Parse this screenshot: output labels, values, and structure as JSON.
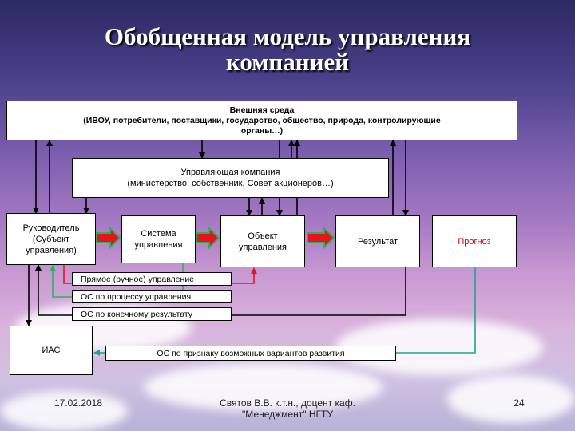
{
  "title": {
    "line1": "Обобщенная модель управления",
    "line2": "компанией"
  },
  "external": {
    "line1": "Внешняя среда",
    "line2": "(ИВОУ, потребители, поставщики, государство, общество, природа, контролирующие",
    "line3": "органы…)"
  },
  "managing": {
    "line1": "Управляющая компания",
    "line2": "(министерство, собственник, Совет акционеров…)"
  },
  "head": {
    "line1": "Руководитель",
    "line2": "(Субъект",
    "line3": "управления)"
  },
  "system": {
    "line1": "Система",
    "line2": "управления"
  },
  "object": {
    "line1": "Объект",
    "line2": "управления"
  },
  "result": {
    "label": "Результат"
  },
  "forecast": {
    "label": "Прогноз",
    "color": "#cc0000"
  },
  "feedback": {
    "direct": "Прямое (ручное) управление",
    "process": "ОС по процессу управления",
    "final": "ОС по конечному результату",
    "variants": "ОС по признаку возможных вариантов развития"
  },
  "ias": {
    "label": "ИАС"
  },
  "colors": {
    "red": "#e8141c",
    "green": "#2db05a",
    "teal": "#1fa58a",
    "dark": "#000000"
  },
  "footer": {
    "date": "17.02.2018",
    "author_line1": "Святов В.В. к.т.н., доцент каф.",
    "author_line2": "\"Менеджмент\" НГТУ",
    "page": "24"
  }
}
